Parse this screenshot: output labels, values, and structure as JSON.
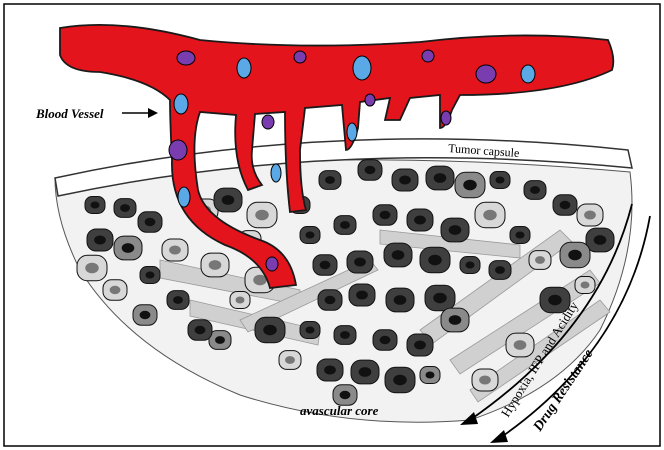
{
  "labels": {
    "blood_vessel": "Blood Vessel",
    "tumor_capsule": "Tumor capsule",
    "avascular_core": "avascular core",
    "gradient_arrow": "Hypoxia, IFP and Acidity",
    "resistance_arrow": "Drug Resistance"
  },
  "colors": {
    "vessel": "#e3141b",
    "vessel_outline": "#1a1a1a",
    "cell_dark": "#3f3f3f",
    "cell_mid": "#8a8a8a",
    "cell_light": "#d8d8d8",
    "nucleus": "#111111",
    "endothelial_blue": "#5aa9e6",
    "endothelial_purple": "#7a3db0",
    "capsule": "#ffffff",
    "stroma": "#c9c9c9"
  }
}
